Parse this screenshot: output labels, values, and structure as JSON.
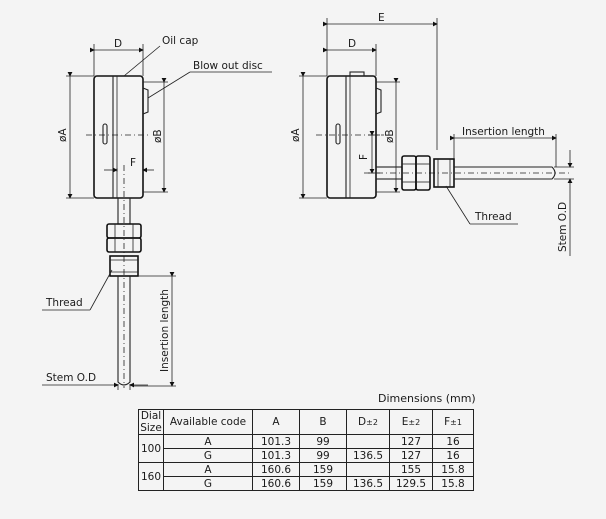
{
  "labels": {
    "d_left": "D",
    "oil_cap": "Oil cap",
    "blow_out_disc": "Blow out disc",
    "phi_a_left": "øA",
    "phi_b_left": "øB",
    "f_left": "F",
    "thread_left": "Thread",
    "insertion_length_left": "Insertion length",
    "stem_od_left": "Stem O.D",
    "e_right": "E",
    "d_right": "D",
    "phi_a_right": "øA",
    "phi_b_right": "øB",
    "f_right": "F",
    "insertion_length_right": "Insertion length",
    "thread_right": "Thread",
    "stem_od_right": "Stem O.D"
  },
  "table": {
    "caption": "Dimensions (mm)",
    "headers": {
      "dial_size_line1": "Dial",
      "dial_size_line2": "Size",
      "available_code": "Available code",
      "a": "A",
      "b": "B",
      "d": "D",
      "d_tol": "±2",
      "e": "E",
      "e_tol": "±2",
      "f": "F",
      "f_tol": "±1"
    },
    "groups": [
      {
        "size": "100",
        "rows": [
          {
            "code": "A",
            "a": "101.3",
            "b": "99",
            "d": "",
            "e": "127",
            "f": "16"
          },
          {
            "code": "G",
            "a": "101.3",
            "b": "99",
            "d": "136.5",
            "e": "127",
            "f": "16"
          }
        ]
      },
      {
        "size": "160",
        "rows": [
          {
            "code": "A",
            "a": "160.6",
            "b": "159",
            "d": "",
            "e": "155",
            "f": "15.8"
          },
          {
            "code": "G",
            "a": "160.6",
            "b": "159",
            "d": "136.5",
            "e": "129.5",
            "f": "15.8"
          }
        ]
      }
    ]
  }
}
